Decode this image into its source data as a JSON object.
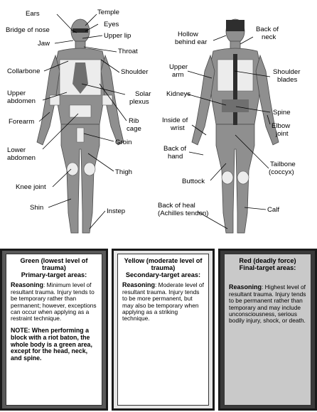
{
  "front_labels": [
    "Ears",
    "Temple",
    "Eyes",
    "Bridge of nose",
    "Upper lip",
    "Jaw",
    "Throat",
    "Collarbone",
    "Shoulder",
    "Upper",
    "abdomen",
    "Solar",
    "plexus",
    "Rib",
    "cage",
    "Forearm",
    "Groin",
    "Lower",
    "abdomen",
    "Thigh",
    "Knee joint",
    "Shin",
    "Instep"
  ],
  "back_labels": [
    "Back of",
    "neck",
    "Hollow",
    "behind ear",
    "Upper",
    "arm",
    "Shoulder",
    "blades",
    "Kidneys",
    "Spine",
    "Elbow",
    "joint",
    "Inside of",
    "wrist",
    "Back of",
    "hand",
    "Tailbone",
    "(coccyx)",
    "Buttock",
    "Back of heal",
    "(Achilles tendon)",
    "Calf"
  ],
  "panels": {
    "green": {
      "title": "Green (lowest level of trauma)",
      "subtitle": "Primary-target areas:",
      "reasoning_label": "Reasoning",
      "reasoning_text": ": Minimum level of resultant trauma. Injury tends to be temporary rather than permanent; however, exceptions can occur when applying as a restraint technique.",
      "note": "NOTE: When performing a block with a riot baton, the whole body is a green area, except for the head, neck, and spine."
    },
    "yellow": {
      "title": "Yellow (moderate level of trauma)",
      "subtitle": "Secondary-target areas:",
      "reasoning_label": "Reasoning",
      "reasoning_text": ": Moderate level of resultant trauma. Injury tends to be more permanent, but may also be temporary when applying as a striking technique."
    },
    "red": {
      "title": "Red (deadly force)",
      "subtitle": "Final-target areas:",
      "reasoning_label": "Reasoning",
      "reasoning_text": ": Highest level of resultant trauma. Injury tends to be permanent rather than temporary and may include unconsciousness, serious bodily injury, shock, or death."
    }
  }
}
